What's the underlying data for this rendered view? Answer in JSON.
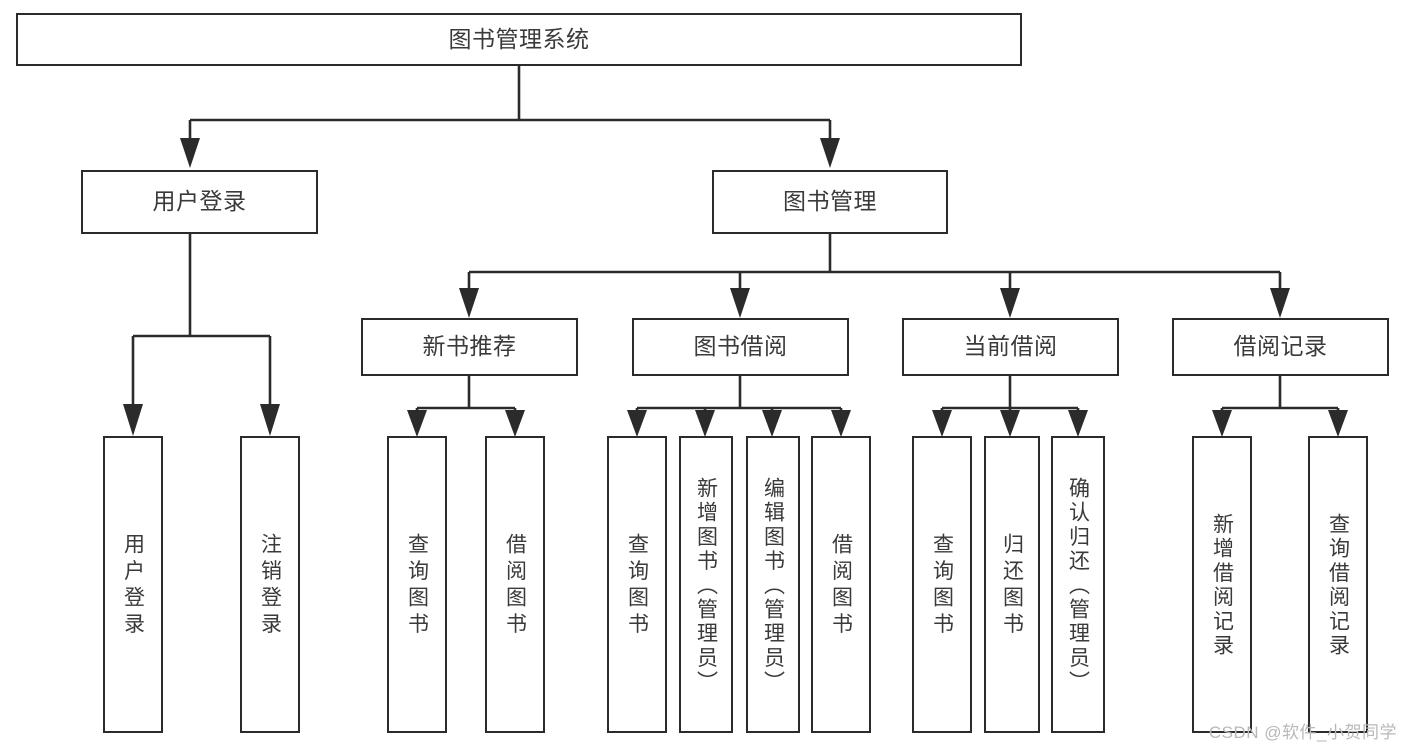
{
  "diagram": {
    "title": "图书管理系统",
    "type": "tree-hierarchy",
    "background_color": "#ffffff",
    "border_color": "#2b2b2b",
    "text_color": "#3a3a3a",
    "root": {
      "label": "图书管理系统"
    },
    "level2": [
      {
        "label": "用户登录"
      },
      {
        "label": "图书管理"
      }
    ],
    "level3": [
      {
        "label": "新书推荐"
      },
      {
        "label": "图书借阅"
      },
      {
        "label": "当前借阅"
      },
      {
        "label": "借阅记录"
      }
    ],
    "leaves": {
      "user_login": [
        {
          "label": "用户登录"
        },
        {
          "label": "注销登录"
        }
      ],
      "new_book_recommend": [
        {
          "label": "查询图书"
        },
        {
          "label": "借阅图书"
        }
      ],
      "book_borrow": [
        {
          "label": "查询图书"
        },
        {
          "label": "新增图书（管理员）"
        },
        {
          "label": "编辑图书（管理员）"
        },
        {
          "label": "借阅图书"
        }
      ],
      "current_borrow": [
        {
          "label": "查询图书"
        },
        {
          "label": "归还图书"
        },
        {
          "label": "确认归还（管理员）"
        }
      ],
      "borrow_records": [
        {
          "label": "新增借阅记录"
        },
        {
          "label": "查询借阅记录"
        }
      ]
    }
  },
  "watermark": {
    "text": "CSDN @软件_小贺同学"
  }
}
